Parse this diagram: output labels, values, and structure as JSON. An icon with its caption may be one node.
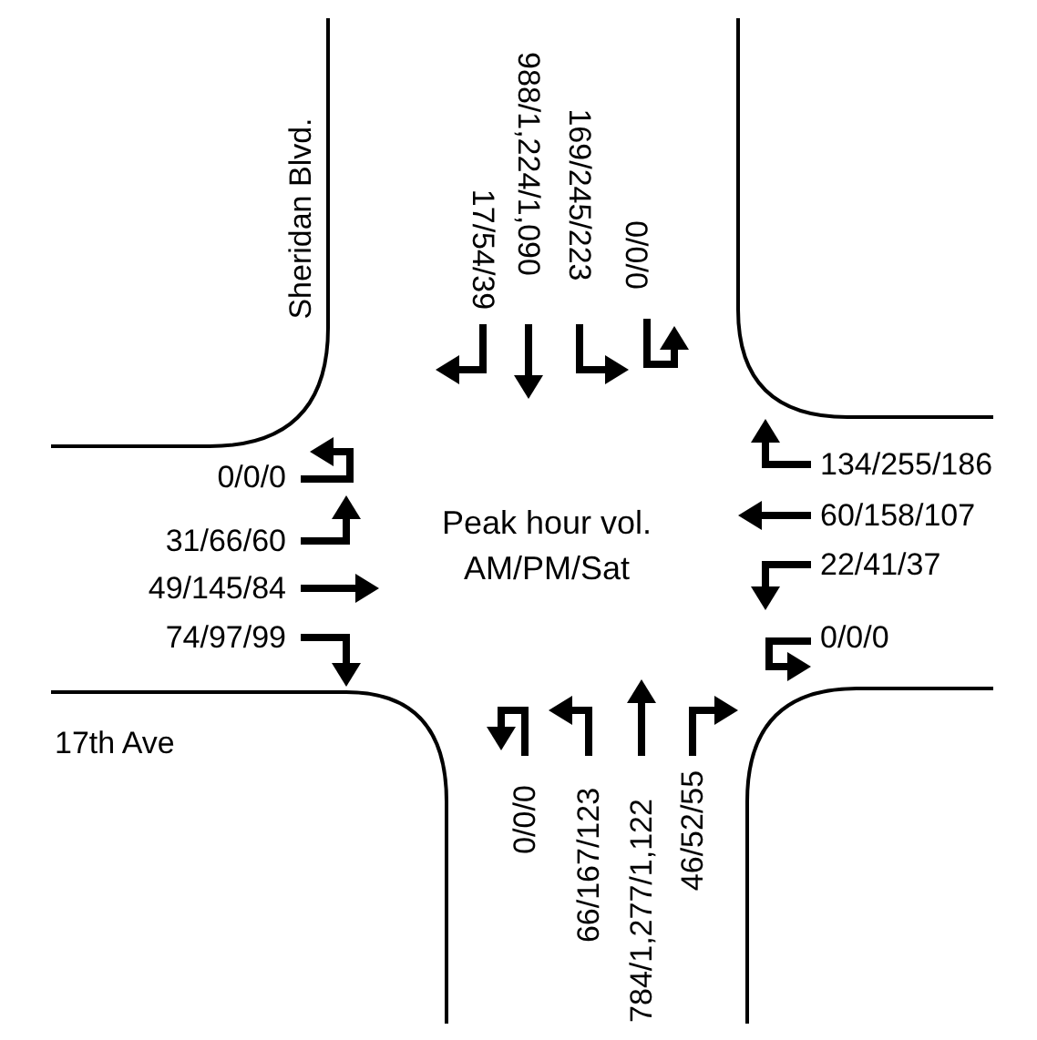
{
  "diagram": {
    "labels": [
      "Sheridan Blvd.",
      "988/1,224/1,090",
      "169/245/223",
      "17/54/39",
      "0/0/0",
      "0/0/0",
      "134/255/186",
      "31/66/60",
      "Peak hour vol.",
      "60/158/107",
      "49/145/84",
      "AM/PM/Sat",
      "22/41/37",
      "74/97/99",
      "0/0/0",
      "17th Ave",
      "0/0/0",
      "66/167/123",
      "784/1,277/1,122",
      "46/52/55"
    ]
  }
}
